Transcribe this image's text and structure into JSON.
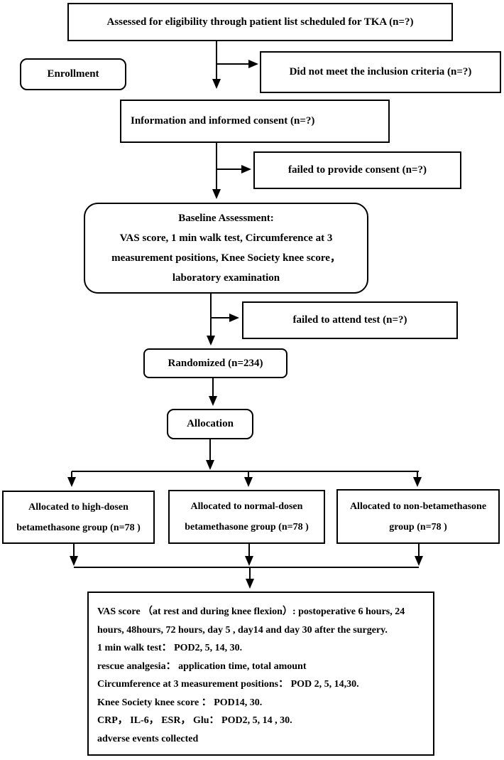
{
  "page": {
    "background_color": "#ffffff",
    "line_color": "#000000"
  },
  "flowchart": {
    "stage_labels": {
      "enrollment": "Enrollment",
      "allocation": "Allocation"
    },
    "boxes": {
      "assessed": "Assessed for eligibility through patient list scheduled for TKA (n=?)",
      "did_not_meet": "Did not meet the inclusion criteria (n=?)",
      "informed_consent": "Information and informed consent (n=?)",
      "failed_consent": "failed to provide consent (n=?)",
      "baseline_lines": [
        "Baseline Assessment:",
        "VAS score, 1 min walk test, Circumference at 3",
        "measurement positions, Knee Society knee score，",
        "laboratory examination"
      ],
      "failed_attend": "failed to attend test (n=?)",
      "randomized": "Randomized (n=234)",
      "group_high_lines": [
        "Allocated to high-dosen",
        "betamethasone group (n=78 )"
      ],
      "group_normal_lines": [
        "Allocated to normal-dosen",
        "betamethasone group (n=78 )"
      ],
      "group_non_lines": [
        "Allocated to non-betamethasone",
        "group (n=78 )"
      ],
      "outcomes_lines": [
        "VAS score （at rest and during knee flexion）: postoperative 6 hours, 24",
        "hours, 48hours, 72 hours, day 5 , day14 and day 30 after the surgery.",
        "1 min walk test：  POD2, 5, 14, 30.",
        "rescue analgesia：  application time, total amount",
        "Circumference at 3 measurement positions：  POD 2, 5, 14,30.",
        "Knee Society knee score ：  POD14, 30.",
        "CRP， IL-6， ESR， Glu：   POD2, 5, 14 , 30.",
        "adverse events collected"
      ]
    }
  }
}
